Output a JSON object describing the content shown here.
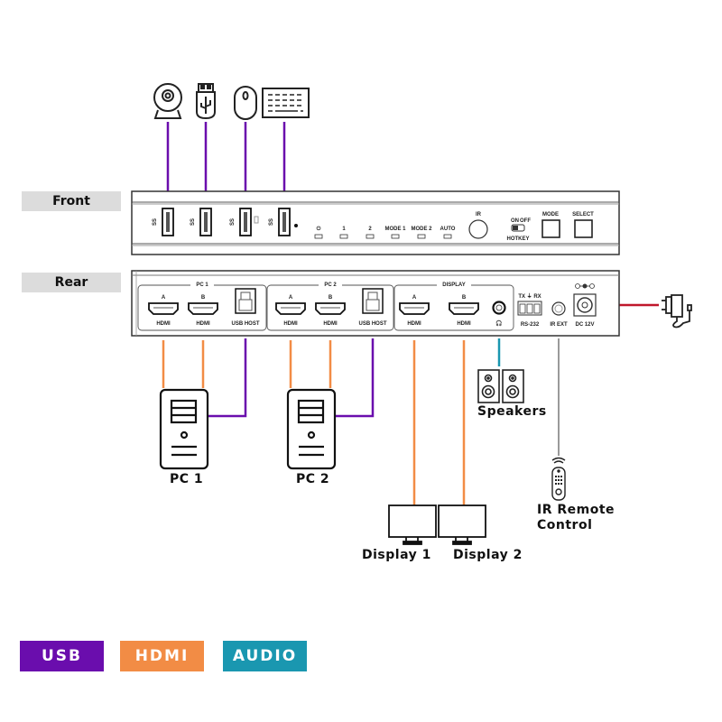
{
  "colors": {
    "usb": "#6a0dad",
    "hdmi": "#f28c45",
    "audio": "#1a97b0",
    "power": "#c0172b",
    "ir": "#9a9a9a",
    "label_bg": "#dcdcdc"
  },
  "sections": {
    "front": "Front",
    "rear": "Rear"
  },
  "front_panel": {
    "usb_ports": 4,
    "usb_port_label": "SS",
    "leds": [
      "⏻",
      "1",
      "2",
      "MODE 1",
      "MODE 2",
      "AUTO"
    ],
    "ir_label": "IR",
    "hotkey": {
      "on": "ON",
      "off": "OFF",
      "label": "HOTKEY"
    },
    "buttons": [
      "MODE",
      "SELECT"
    ]
  },
  "rear_panel": {
    "groups": [
      {
        "title": "PC 1",
        "ports": [
          {
            "top": "A",
            "bottom": "HDMI"
          },
          {
            "top": "B",
            "bottom": "HDMI"
          },
          {
            "top": "",
            "bottom": "USB HOST"
          }
        ]
      },
      {
        "title": "PC 2",
        "ports": [
          {
            "top": "A",
            "bottom": "HDMI"
          },
          {
            "top": "B",
            "bottom": "HDMI"
          },
          {
            "top": "",
            "bottom": "USB HOST"
          }
        ]
      },
      {
        "title": "DISPLAY",
        "ports": [
          {
            "top": "A",
            "bottom": "HDMI"
          },
          {
            "top": "B",
            "bottom": "HDMI"
          },
          {
            "top": "",
            "bottom": "🎧"
          }
        ]
      }
    ],
    "rs232": {
      "top": "TX ⏚ RX",
      "bottom": "RS-232"
    },
    "ir_ext": "IR EXT",
    "dc": "DC 12V"
  },
  "peripherals": {
    "front_devices": [
      "webcam",
      "usb-drive",
      "mouse",
      "keyboard"
    ],
    "pc1": "PC 1",
    "pc2": "PC 2",
    "speakers": "Speakers",
    "display1": "Display 1",
    "display2": "Display 2",
    "ir_remote_line1": "IR Remote",
    "ir_remote_line2": "Control"
  },
  "legend": [
    {
      "label": "USB",
      "color": "#6a0dad"
    },
    {
      "label": "HDMI",
      "color": "#f28c45"
    },
    {
      "label": "AUDIO",
      "color": "#1a97b0"
    }
  ]
}
